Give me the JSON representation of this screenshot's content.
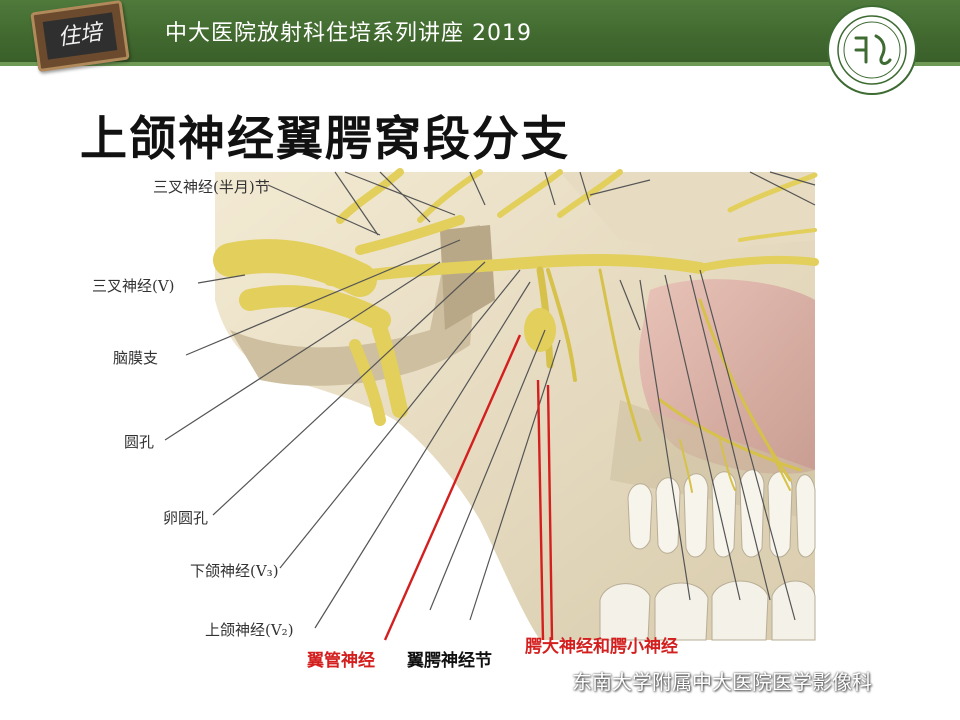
{
  "header": {
    "badge_text": "住培",
    "title": "中大医院放射科住培系列讲座 2019"
  },
  "slide": {
    "title": "上颌神经翼腭窝段分支"
  },
  "figure": {
    "labels": {
      "trigeminal_ganglion": "三叉神经(半月)节",
      "trigeminal_nerve": "三叉神经(V)",
      "meningeal_branch": "脑膜支",
      "foramen_rotundum": "圆孔",
      "foramen_ovale": "卵圆孔",
      "mandibular_nerve": "下颌神经(V₃)",
      "maxillary_nerve": "上颌神经(V₂)"
    },
    "callouts": {
      "vidian_nerve": "翼管神经",
      "pterygopalatine_ganglion": "翼腭神经节",
      "palatine_nerves": "腭大神经和腭小神经"
    }
  },
  "watermark": {
    "text": "东南大学附属中大医院医学影像科"
  },
  "colors": {
    "header_green": "#41692f",
    "callout_red": "#d41f1f",
    "nerve_yellow": "#e8d86a"
  }
}
